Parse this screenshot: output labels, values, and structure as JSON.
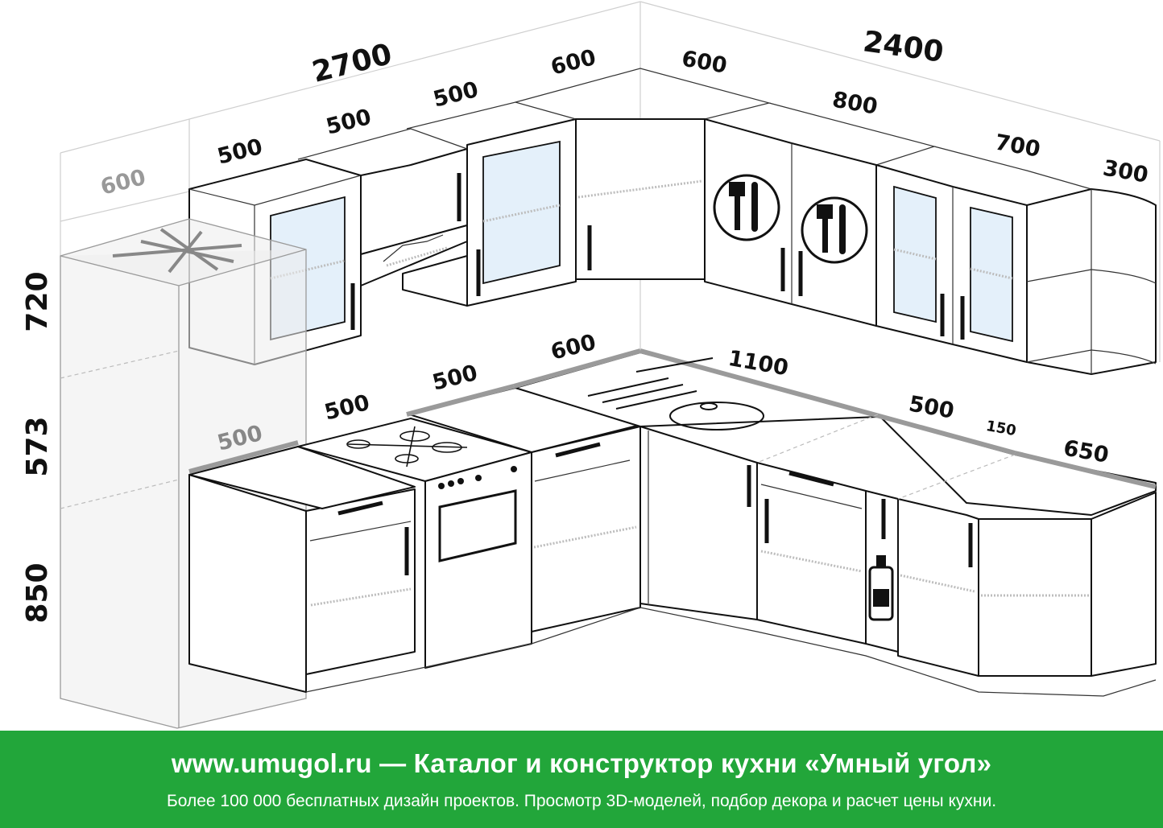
{
  "dimensions": {
    "upper_total_left": "2700",
    "upper_total_right": "2400",
    "upper_wall_left": [
      "500",
      "500",
      "500",
      "600"
    ],
    "upper_corner": "600",
    "upper_wall_right": [
      "800",
      "700",
      "300"
    ],
    "fridge_depth": "600",
    "base_left": [
      "500",
      "500",
      "500",
      "600"
    ],
    "base_right": [
      "1100",
      "500",
      "150",
      "650"
    ],
    "heights": [
      "720",
      "573",
      "850"
    ]
  },
  "banner": {
    "title": "www.umugol.ru — Каталог и конструктор кухни «Умный угол»",
    "subtitle": "Более 100 000 бесплатных дизайн проектов. Просмотр 3D-моделей, подбор декора и расчет цены кухни."
  },
  "colors": {
    "banner_bg": "#22a63a",
    "glass": "#e4f0fa",
    "countertop_edge": "#9a9a9a"
  }
}
